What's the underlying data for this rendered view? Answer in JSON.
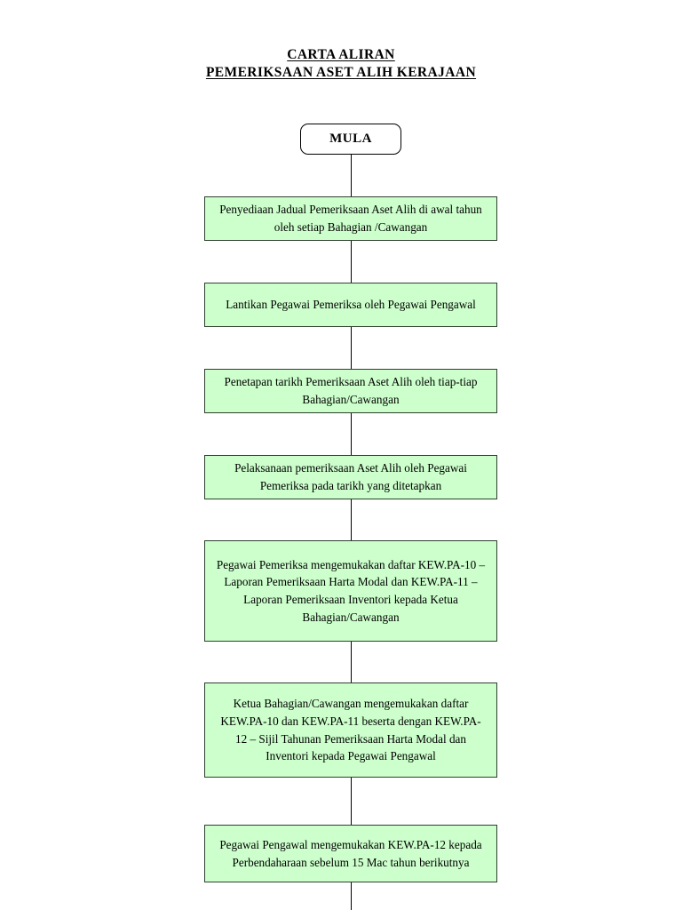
{
  "document": {
    "title_lines": [
      "CARTA ALIRAN",
      "PEMERIKSAAN ASET ALIH KERAJAAN"
    ]
  },
  "colors": {
    "process_fill": "#ccffcc",
    "process_border": "#2f3f2f",
    "terminator_fill": "#ffffff",
    "line": "#000000",
    "text": "#000000"
  },
  "flowchart": {
    "type": "flowchart",
    "orientation": "top-to-bottom",
    "nodes": [
      {
        "id": "start",
        "shape": "terminator",
        "label": "MULA"
      },
      {
        "id": "step1",
        "shape": "process",
        "label": "Penyediaan Jadual Pemeriksaan Aset Alih di awal tahun oleh setiap Bahagian /Cawangan"
      },
      {
        "id": "step2",
        "shape": "process",
        "label": "Lantikan Pegawai Pemeriksa oleh Pegawai Pengawal"
      },
      {
        "id": "step3",
        "shape": "process",
        "label": "Penetapan tarikh Pemeriksaan Aset Alih oleh tiap-tiap Bahagian/Cawangan"
      },
      {
        "id": "step4",
        "shape": "process",
        "label": "Pelaksanaan pemeriksaan Aset Alih oleh Pegawai Pemeriksa pada tarikh yang ditetapkan"
      },
      {
        "id": "step5",
        "shape": "process",
        "label": "Pegawai Pemeriksa mengemukakan daftar KEW.PA-10 – Laporan Pemeriksaan Harta Modal dan KEW.PA-11 – Laporan Pemeriksaan Inventori kepada Ketua Bahagian/Cawangan"
      },
      {
        "id": "step6",
        "shape": "process",
        "label": "Ketua Bahagian/Cawangan mengemukakan daftar KEW.PA-10 dan KEW.PA-11 beserta dengan KEW.PA-12 – Sijil Tahunan Pemeriksaan Harta Modal dan Inventori kepada Pegawai Pengawal"
      },
      {
        "id": "step7",
        "shape": "process",
        "label": "Pegawai Pengawal mengemukakan KEW.PA-12 kepada Perbendaharaan sebelum 15 Mac tahun berikutnya"
      }
    ],
    "edges": [
      {
        "from": "start",
        "to": "step1",
        "style": "line"
      },
      {
        "from": "step1",
        "to": "step2",
        "style": "line"
      },
      {
        "from": "step2",
        "to": "step3",
        "style": "line"
      },
      {
        "from": "step3",
        "to": "step4",
        "style": "line"
      },
      {
        "from": "step4",
        "to": "step5",
        "style": "line"
      },
      {
        "from": "step5",
        "to": "step6",
        "style": "line"
      },
      {
        "from": "step6",
        "to": "step7",
        "style": "line"
      },
      {
        "from": "step7",
        "to": "continues-below-page",
        "style": "line"
      }
    ]
  }
}
